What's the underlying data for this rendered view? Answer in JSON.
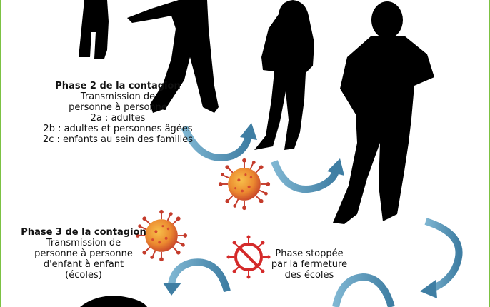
{
  "phase2": {
    "title": "Phase 2 de la contagion",
    "lines": [
      "Transmission de",
      "personne à personne",
      "2a : adultes",
      "2b : adultes et personnes âgées",
      "2c : enfants au sein des familles"
    ]
  },
  "phase3": {
    "title": "Phase 3 de la contagion",
    "lines": [
      "Transmission de",
      "personne à personne",
      "d'enfant à enfant",
      "(écoles)"
    ]
  },
  "stop": {
    "lines": [
      "Phase stoppée",
      "par la fermeture",
      "des écoles"
    ]
  },
  "icons": {
    "virus": "coronavirus-icon",
    "forbidden": "virus-forbidden-icon",
    "arrow": "curved-arrow-icon",
    "person": "person-silhouette"
  },
  "colors": {
    "silhouette": "#000000",
    "arrow": "#4f8cae",
    "virus": "#e07a2e",
    "forbidden": "#d42a2a",
    "frame": "#7cc243"
  }
}
